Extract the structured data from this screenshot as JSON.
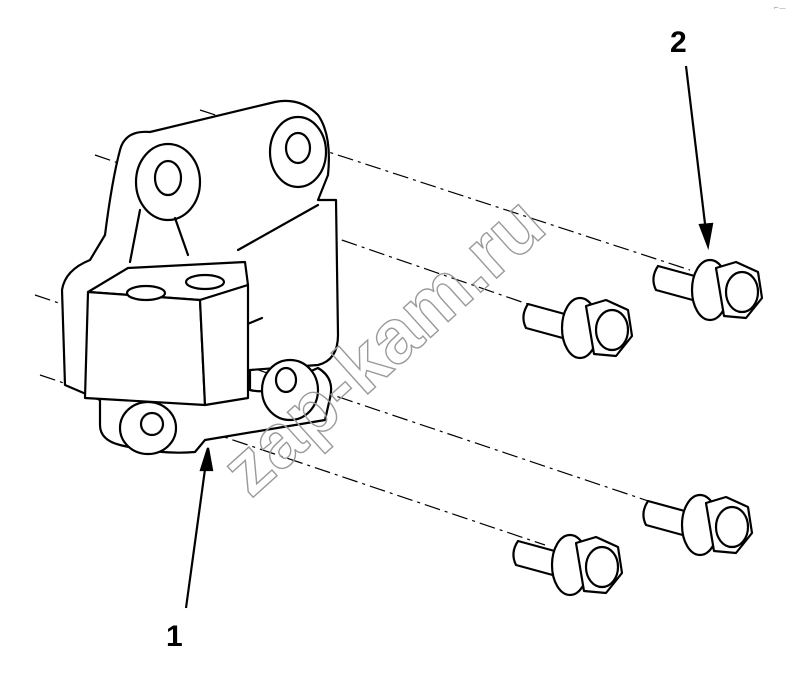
{
  "callouts": [
    {
      "label": "1",
      "part": "bracket"
    },
    {
      "label": "2",
      "part": "bolt"
    }
  ],
  "watermark": {
    "text": "zap-kam.ru"
  },
  "corner_mark": "⌐—"
}
